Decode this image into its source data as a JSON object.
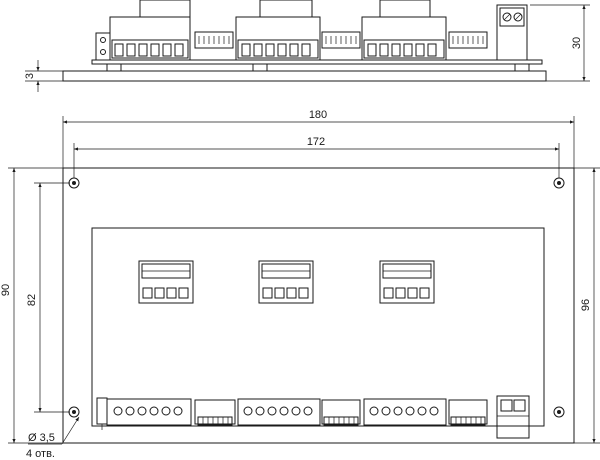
{
  "dimensions": {
    "height_side": "30",
    "plate_thickness": "3",
    "overall_width": "180",
    "hole_spacing_width": "172",
    "overall_height": "96",
    "hole_spacing_height": "82",
    "inner_height": "90",
    "hole_diameter": "Ø 3,5",
    "hole_count": "4 отв."
  }
}
